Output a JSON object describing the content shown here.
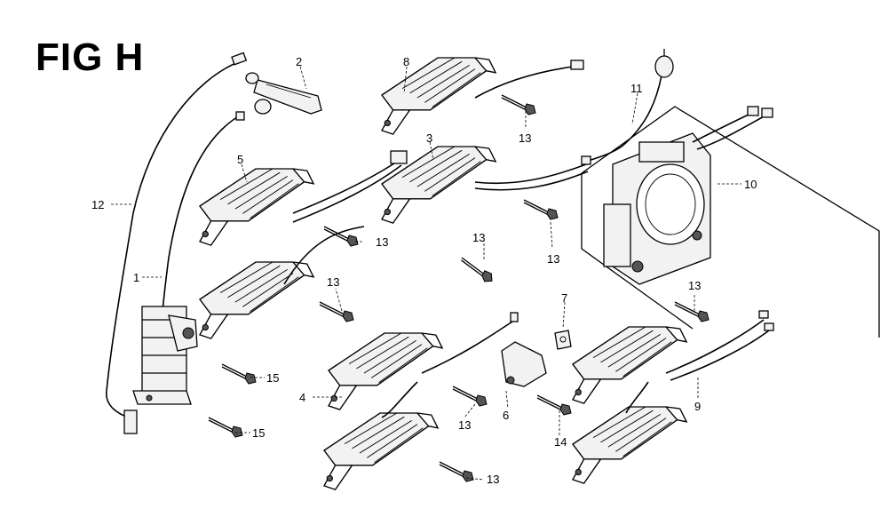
{
  "title": "FIG H",
  "callouts": {
    "c1": "1",
    "c2": "2",
    "c3": "3",
    "c4": "4",
    "c5": "5",
    "c6": "6",
    "c7": "7",
    "c8": "8",
    "c9": "9",
    "c10": "10",
    "c11": "11",
    "c12": "12",
    "c13a": "13",
    "c13b": "13",
    "c13c": "13",
    "c13d": "13",
    "c13e": "13",
    "c13f": "13",
    "c13g": "13",
    "c13h": "13",
    "c14": "14",
    "c15a": "15",
    "c15b": "15"
  }
}
